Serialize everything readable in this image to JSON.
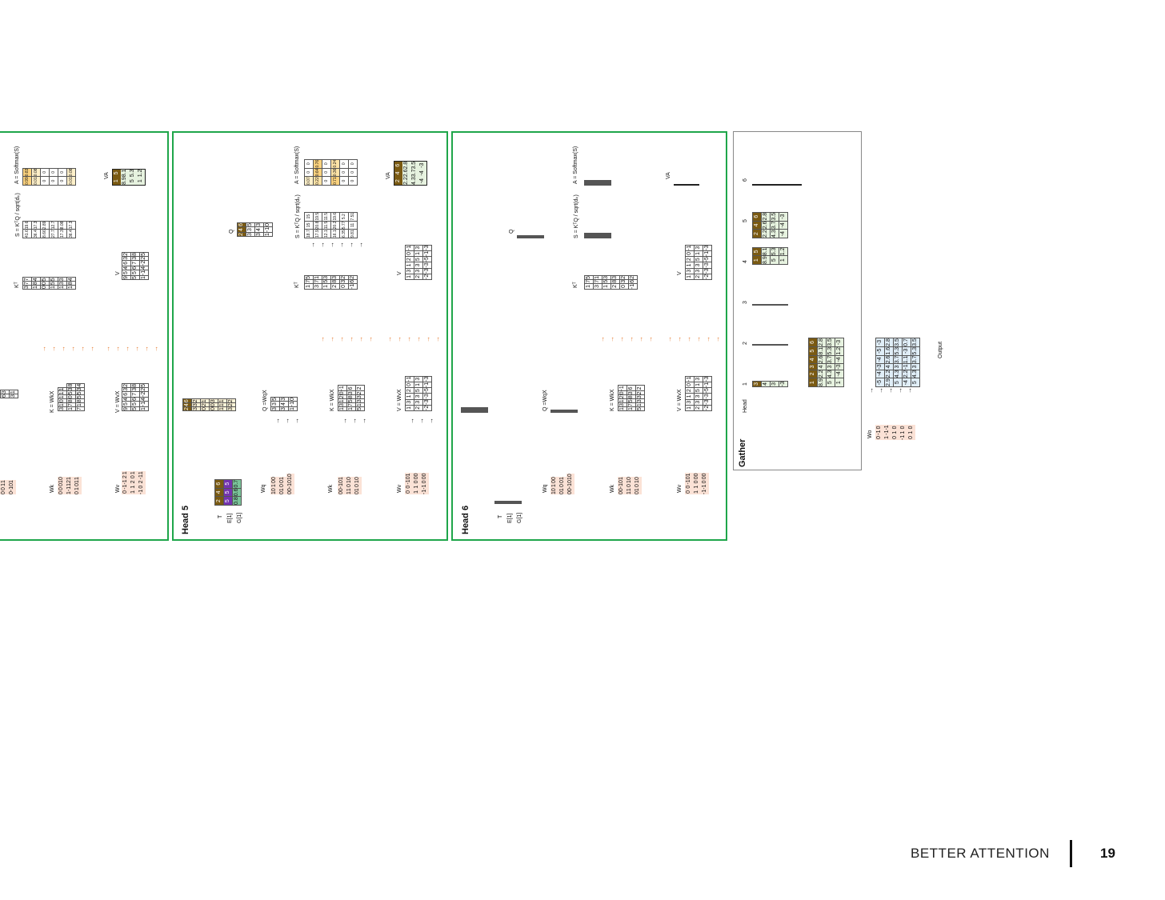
{
  "footer": {
    "title": "BETTER ATTENTION",
    "page": "19"
  },
  "labels": {
    "T": "T",
    "E": "E[1]",
    "G": "G[1]",
    "Wq": "Wq",
    "Wk": "Wk",
    "Wv": "Wv",
    "Wo": "Wo",
    "Qeq": "Q =WqX",
    "Keq": "K = WkX",
    "Veq": "V = WvX",
    "Q": "Q",
    "KT": "Kᵀ",
    "V": "V",
    "Seq": "S = KᵀQ / sqrt(dₖ)",
    "Aeq": "A = Softmax(S)",
    "VA": "VA",
    "output": "Output",
    "head": "Head",
    "arrow": "→"
  },
  "head5": {
    "title": "Head  5",
    "T": [
      "2",
      "4",
      "6"
    ],
    "E": [
      "5",
      "5",
      "5"
    ],
    "G": [
      "0.8",
      "0.6",
      "0.7"
    ],
    "Wq": [
      [
        "1",
        "0",
        "1",
        "0",
        "0"
      ],
      [
        "0",
        "1",
        "0",
        "0",
        "1"
      ],
      [
        "0",
        "0",
        "-1",
        "0",
        "1",
        "0"
      ]
    ],
    "X": [
      [
        "2",
        "4",
        "6"
      ],
      [
        "3",
        "3",
        "2"
      ],
      [
        "0",
        "2",
        "1"
      ],
      [
        "0",
        "0",
        "3"
      ],
      [
        "1",
        "1",
        "1"
      ],
      [
        "3",
        "2",
        "2"
      ]
    ],
    "Q": [
      [
        "3",
        "3",
        "5"
      ],
      [
        "3",
        "4",
        "3"
      ],
      [
        "1",
        "-1",
        "0"
      ]
    ],
    "Wk": [
      [
        "0",
        "0",
        "-1",
        "0",
        "1"
      ],
      [
        "1",
        "1",
        "0",
        "1",
        "0"
      ],
      [
        "0",
        "1",
        "0",
        "1",
        "0"
      ]
    ],
    "K": [
      [
        "1",
        "3",
        "1",
        "2",
        "0",
        "-1"
      ],
      [
        "1",
        "7",
        "5",
        "8",
        "3",
        "6"
      ],
      [
        "5",
        "1",
        "3",
        "3",
        "2",
        "2"
      ]
    ],
    "Wv": [
      [
        "0",
        "0",
        "-1",
        "0",
        "1"
      ],
      [
        "1",
        "1",
        "0",
        "0",
        "0"
      ],
      [
        "-1",
        "-1",
        "0",
        "0",
        "0"
      ]
    ],
    "V": [
      [
        "1",
        "3",
        "1",
        "2",
        "0",
        "-1"
      ],
      [
        "2",
        "3",
        "3",
        "5",
        "1",
        "3"
      ],
      [
        "-2",
        "-3",
        "-3",
        "-5",
        "-1",
        "-3"
      ]
    ],
    "Qtop": [
      [
        "2",
        "4",
        "6"
      ],
      [
        "3",
        "3",
        "5"
      ],
      [
        "3",
        "4",
        "3"
      ],
      [
        "1",
        "-1",
        "0"
      ]
    ],
    "KT": [
      [
        "1",
        "7",
        "5"
      ],
      [
        "3",
        "7",
        "1"
      ],
      [
        "1",
        "5",
        "3"
      ],
      [
        "2",
        "8",
        "3"
      ],
      [
        "0",
        "3",
        "2"
      ],
      [
        "-1",
        "6",
        "2"
      ]
    ],
    "S": [
      [
        "18.7",
        "15",
        "15"
      ],
      [
        "17.9",
        "20.8",
        "19.5"
      ],
      [
        "12.1",
        "11.5",
        "11.5"
      ],
      [
        "16.1",
        "20.2",
        "19.6"
      ],
      [
        "6.35",
        "5.77",
        "5.2"
      ],
      [
        "9.81",
        "11",
        "7.51"
      ]
    ],
    "A": [
      [
        "0.07",
        "0",
        "0"
      ],
      [
        "0.22",
        "0.64",
        "0.76"
      ],
      [
        "0",
        "0",
        "0"
      ],
      [
        "0.71",
        "0.36",
        "0.24"
      ],
      [
        "0",
        "0",
        "0"
      ],
      [
        "0",
        "0",
        "0"
      ]
    ],
    "V2": [
      [
        "1",
        "3",
        "1",
        "2",
        "0",
        "-1"
      ],
      [
        "2",
        "3",
        "3",
        "5",
        "1",
        "3"
      ],
      [
        "-2",
        "-3",
        "-3",
        "-5",
        "-1",
        "-3"
      ]
    ],
    "VA": [
      [
        "2",
        "4",
        "6"
      ],
      [
        "2.2",
        "2.6",
        "2.8"
      ],
      [
        "4.3",
        "3.7",
        "3.5"
      ],
      [
        "-4",
        "-4",
        "-3"
      ]
    ]
  },
  "head4": {
    "A": [
      [
        "0.99",
        "0.83"
      ],
      [
        "0.01",
        "0.08"
      ],
      [
        "0",
        "0"
      ],
      [
        "0",
        "0"
      ],
      [
        "0",
        "0"
      ],
      [
        "0.01",
        "0.08"
      ]
    ],
    "S": [
      [
        "41.6",
        "19.6"
      ],
      [
        "36.4",
        "17.3"
      ],
      [
        "8.66",
        "2.89"
      ],
      [
        "27.7",
        "12.7"
      ],
      [
        "17.3",
        "8.08"
      ],
      [
        "36.4",
        "17.3"
      ]
    ],
    "KT": [
      [
        "3",
        "7",
        "7"
      ],
      [
        "1",
        "8",
        "4"
      ],
      [
        "0",
        "0",
        "5"
      ],
      [
        "1",
        "5",
        "5"
      ],
      [
        "1",
        "3",
        "3"
      ],
      [
        "1",
        "8",
        "4"
      ]
    ],
    "V": [
      [
        "9",
        "5",
        "4",
        "6",
        "3",
        "2"
      ],
      [
        "5",
        "5",
        "6",
        "7",
        "3",
        "8"
      ],
      [
        "1",
        "-1",
        "4",
        "-2",
        "2",
        "5"
      ]
    ],
    "VA": [
      [
        "1",
        "5"
      ],
      [
        "8.9",
        "8.1"
      ],
      [
        "5",
        "5.3"
      ],
      [
        "1",
        "1.2"
      ]
    ],
    "K": [
      [
        "3",
        "1",
        "0",
        "1",
        "1",
        "1"
      ],
      [
        "1",
        "7",
        "8",
        "0",
        "5",
        "3",
        "8"
      ],
      [
        "7",
        "1",
        "8",
        "5",
        "5",
        "3",
        "4"
      ]
    ],
    "Vx": [
      [
        "9",
        "5",
        "4",
        "6",
        "3",
        "2"
      ],
      [
        "5",
        "5",
        "6",
        "7",
        "3",
        "8"
      ],
      [
        "1",
        "-1",
        "4",
        "-2",
        "2",
        "5"
      ]
    ],
    "Wk": [
      [
        "0",
        "0",
        "0",
        "1",
        "0"
      ],
      [
        "1",
        "-1",
        "1",
        "2",
        "1"
      ],
      [
        "0",
        "1",
        "0",
        "1",
        "1"
      ]
    ],
    "Wv": [
      [
        "0",
        "-1",
        "-1",
        "2",
        "1"
      ],
      [
        "1",
        "1",
        "2",
        "0",
        "1"
      ],
      [
        "-1",
        "0",
        "2",
        "-1",
        "1"
      ]
    ],
    "Wq": [
      [
        "0",
        "0",
        "1",
        "1"
      ],
      [
        "0",
        "-1",
        "0",
        "1"
      ]
    ],
    "X": [
      [
        "6",
        "3"
      ],
      [
        "3",
        "1"
      ]
    ]
  },
  "gather": {
    "title": "Gather",
    "heads": [
      "1",
      "2",
      "3",
      "4",
      "5",
      "6"
    ],
    "head3": [
      [
        "3"
      ],
      [
        "4"
      ],
      [
        "3"
      ],
      [
        "-3"
      ]
    ],
    "head4": [
      [
        "1",
        "5"
      ],
      [
        "8.9",
        "8.1"
      ],
      [
        "5",
        "5.3"
      ],
      [
        "1",
        "1.2"
      ]
    ],
    "head5": [
      [
        "2",
        "4",
        "6"
      ],
      [
        "2.2",
        "2.6",
        "2.8"
      ],
      [
        "4.3",
        "3.7",
        "3.5"
      ],
      [
        "-4",
        "-4",
        "-3"
      ]
    ],
    "concat_top": [
      "1",
      "2",
      "3",
      "4",
      "5",
      "6"
    ],
    "concat": [
      [
        "8.9",
        "2.2",
        "4",
        "2.6",
        "8.1",
        "2.8"
      ],
      [
        "5",
        "4.3",
        "3",
        "3.7",
        "5.3",
        "3.5"
      ],
      [
        "1",
        "-4",
        "-3",
        "-4",
        "1.2",
        "-3"
      ]
    ],
    "Wo": [
      [
        "0",
        "-1",
        "0"
      ],
      [
        "1",
        "-1",
        "-1"
      ],
      [
        "0",
        "1",
        "0"
      ],
      [
        "-1",
        "1",
        "0"
      ],
      [
        "0",
        "1",
        "0"
      ]
    ],
    "out": [
      [
        "-5",
        "-4",
        "-3",
        "-4",
        "-5",
        "-3"
      ],
      [
        "2.9",
        "2.2",
        "4",
        "2.6",
        "1.6",
        "2.8"
      ],
      [
        "5",
        "4.3",
        "3",
        "3.7",
        "5.3",
        "3.5"
      ],
      [
        "-4",
        "2.2",
        "-1",
        "1.1",
        "-3",
        "0.7"
      ],
      [
        "5",
        "4.3",
        "3",
        "3.7",
        "5.3",
        "3.5"
      ]
    ]
  }
}
